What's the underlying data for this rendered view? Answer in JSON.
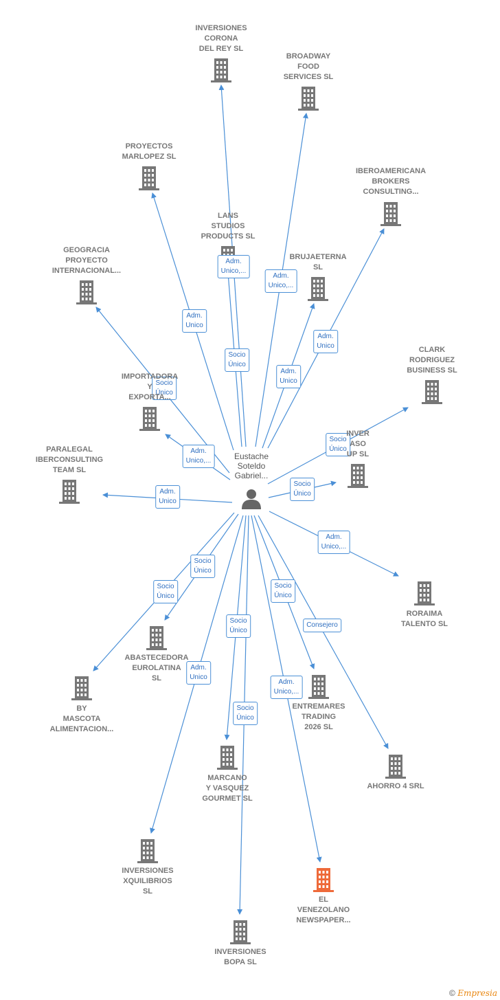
{
  "colors": {
    "edge": "#4a8fd6",
    "building": "#777777",
    "highlight": "#ee6a3a",
    "person": "#666666"
  },
  "center": {
    "name": "Eustache\nSoteldo\nGabriel..."
  },
  "nodes": [
    {
      "id": "n1",
      "label": "INVERSIONES\nCORONA\nDEL REY  SL"
    },
    {
      "id": "n2",
      "label": "BROADWAY\nFOOD\nSERVICES  SL"
    },
    {
      "id": "n3",
      "label": "PROYECTOS\nMARLOPEZ  SL"
    },
    {
      "id": "n4",
      "label": "IBEROAMERICANA\nBROKERS\nCONSULTING..."
    },
    {
      "id": "n5",
      "label": "LANS\nSTUDIOS\nPRODUCTS  SL"
    },
    {
      "id": "n6",
      "label": "GEOGRACIA\nPROYECTO\nINTERNACIONAL..."
    },
    {
      "id": "n7",
      "label": "BRUJAETERNA\nSL"
    },
    {
      "id": "n8",
      "label": "CLARK\nRODRIGUEZ\nBUSINESS  SL"
    },
    {
      "id": "n9",
      "label": "IMPORTADORA\nY\nEXPORTA..."
    },
    {
      "id": "n10",
      "label": "INVER\nASO\nUP  SL"
    },
    {
      "id": "n11",
      "label": "PARALEGAL\nIBERCONSULTING\nTEAM  SL"
    },
    {
      "id": "n12",
      "label": "RORAIMA\nTALENTO  SL"
    },
    {
      "id": "n13",
      "label": "ABASTECEDORA\nEUROLATINA\nSL"
    },
    {
      "id": "n14",
      "label": "BY\nMASCOTA\nALIMENTACION..."
    },
    {
      "id": "n15",
      "label": "ENTREMARES\nTRADING\n2026  SL"
    },
    {
      "id": "n16",
      "label": "AHORRO 4 SRL"
    },
    {
      "id": "n17",
      "label": "MARCANO\nY VASQUEZ\nGOURMET  SL"
    },
    {
      "id": "n18",
      "label": "INVERSIONES\nXQUILIBRIOS\nSL"
    },
    {
      "id": "n19",
      "label": "EL\nVENEZOLANO\nNEWSPAPER...",
      "highlight": true
    },
    {
      "id": "n20",
      "label": "INVERSIONES\nBOPA  SL"
    }
  ],
  "edges": [
    {
      "to": "n1",
      "label": "Socio\nÚnico"
    },
    {
      "to": "n2",
      "label": "Adm.\nUnico,..."
    },
    {
      "to": "n3",
      "label": "Adm.\nUnico"
    },
    {
      "to": "n4",
      "label": "Adm.\nUnico"
    },
    {
      "to": "n5",
      "label": "Adm.\nUnico,..."
    },
    {
      "to": "n6",
      "label": "Socio\nÚnico"
    },
    {
      "to": "n7",
      "label": "Adm.\nUnico"
    },
    {
      "to": "n8",
      "label": "Socio\nÚnico"
    },
    {
      "to": "n9",
      "label": "Adm.\nUnico,..."
    },
    {
      "to": "n10",
      "label": "Socio\nÚnico"
    },
    {
      "to": "n11",
      "label": "Adm.\nUnico"
    },
    {
      "to": "n12",
      "label": "Adm.\nUnico,..."
    },
    {
      "to": "n13",
      "label": "Socio\nÚnico"
    },
    {
      "to": "n14",
      "label": "Socio\nÚnico"
    },
    {
      "to": "n15",
      "label": "Socio\nÚnico"
    },
    {
      "to": "n16",
      "label": "Consejero"
    },
    {
      "to": "n17",
      "label": "Socio\nÚnico"
    },
    {
      "to": "n18",
      "label": "Adm.\nUnico"
    },
    {
      "to": "n19",
      "label": "Adm.\nUnico,..."
    },
    {
      "to": "n20",
      "label": "Socio\nÚnico"
    }
  ],
  "footer": {
    "copyright": "©",
    "brand": "Empresia"
  }
}
